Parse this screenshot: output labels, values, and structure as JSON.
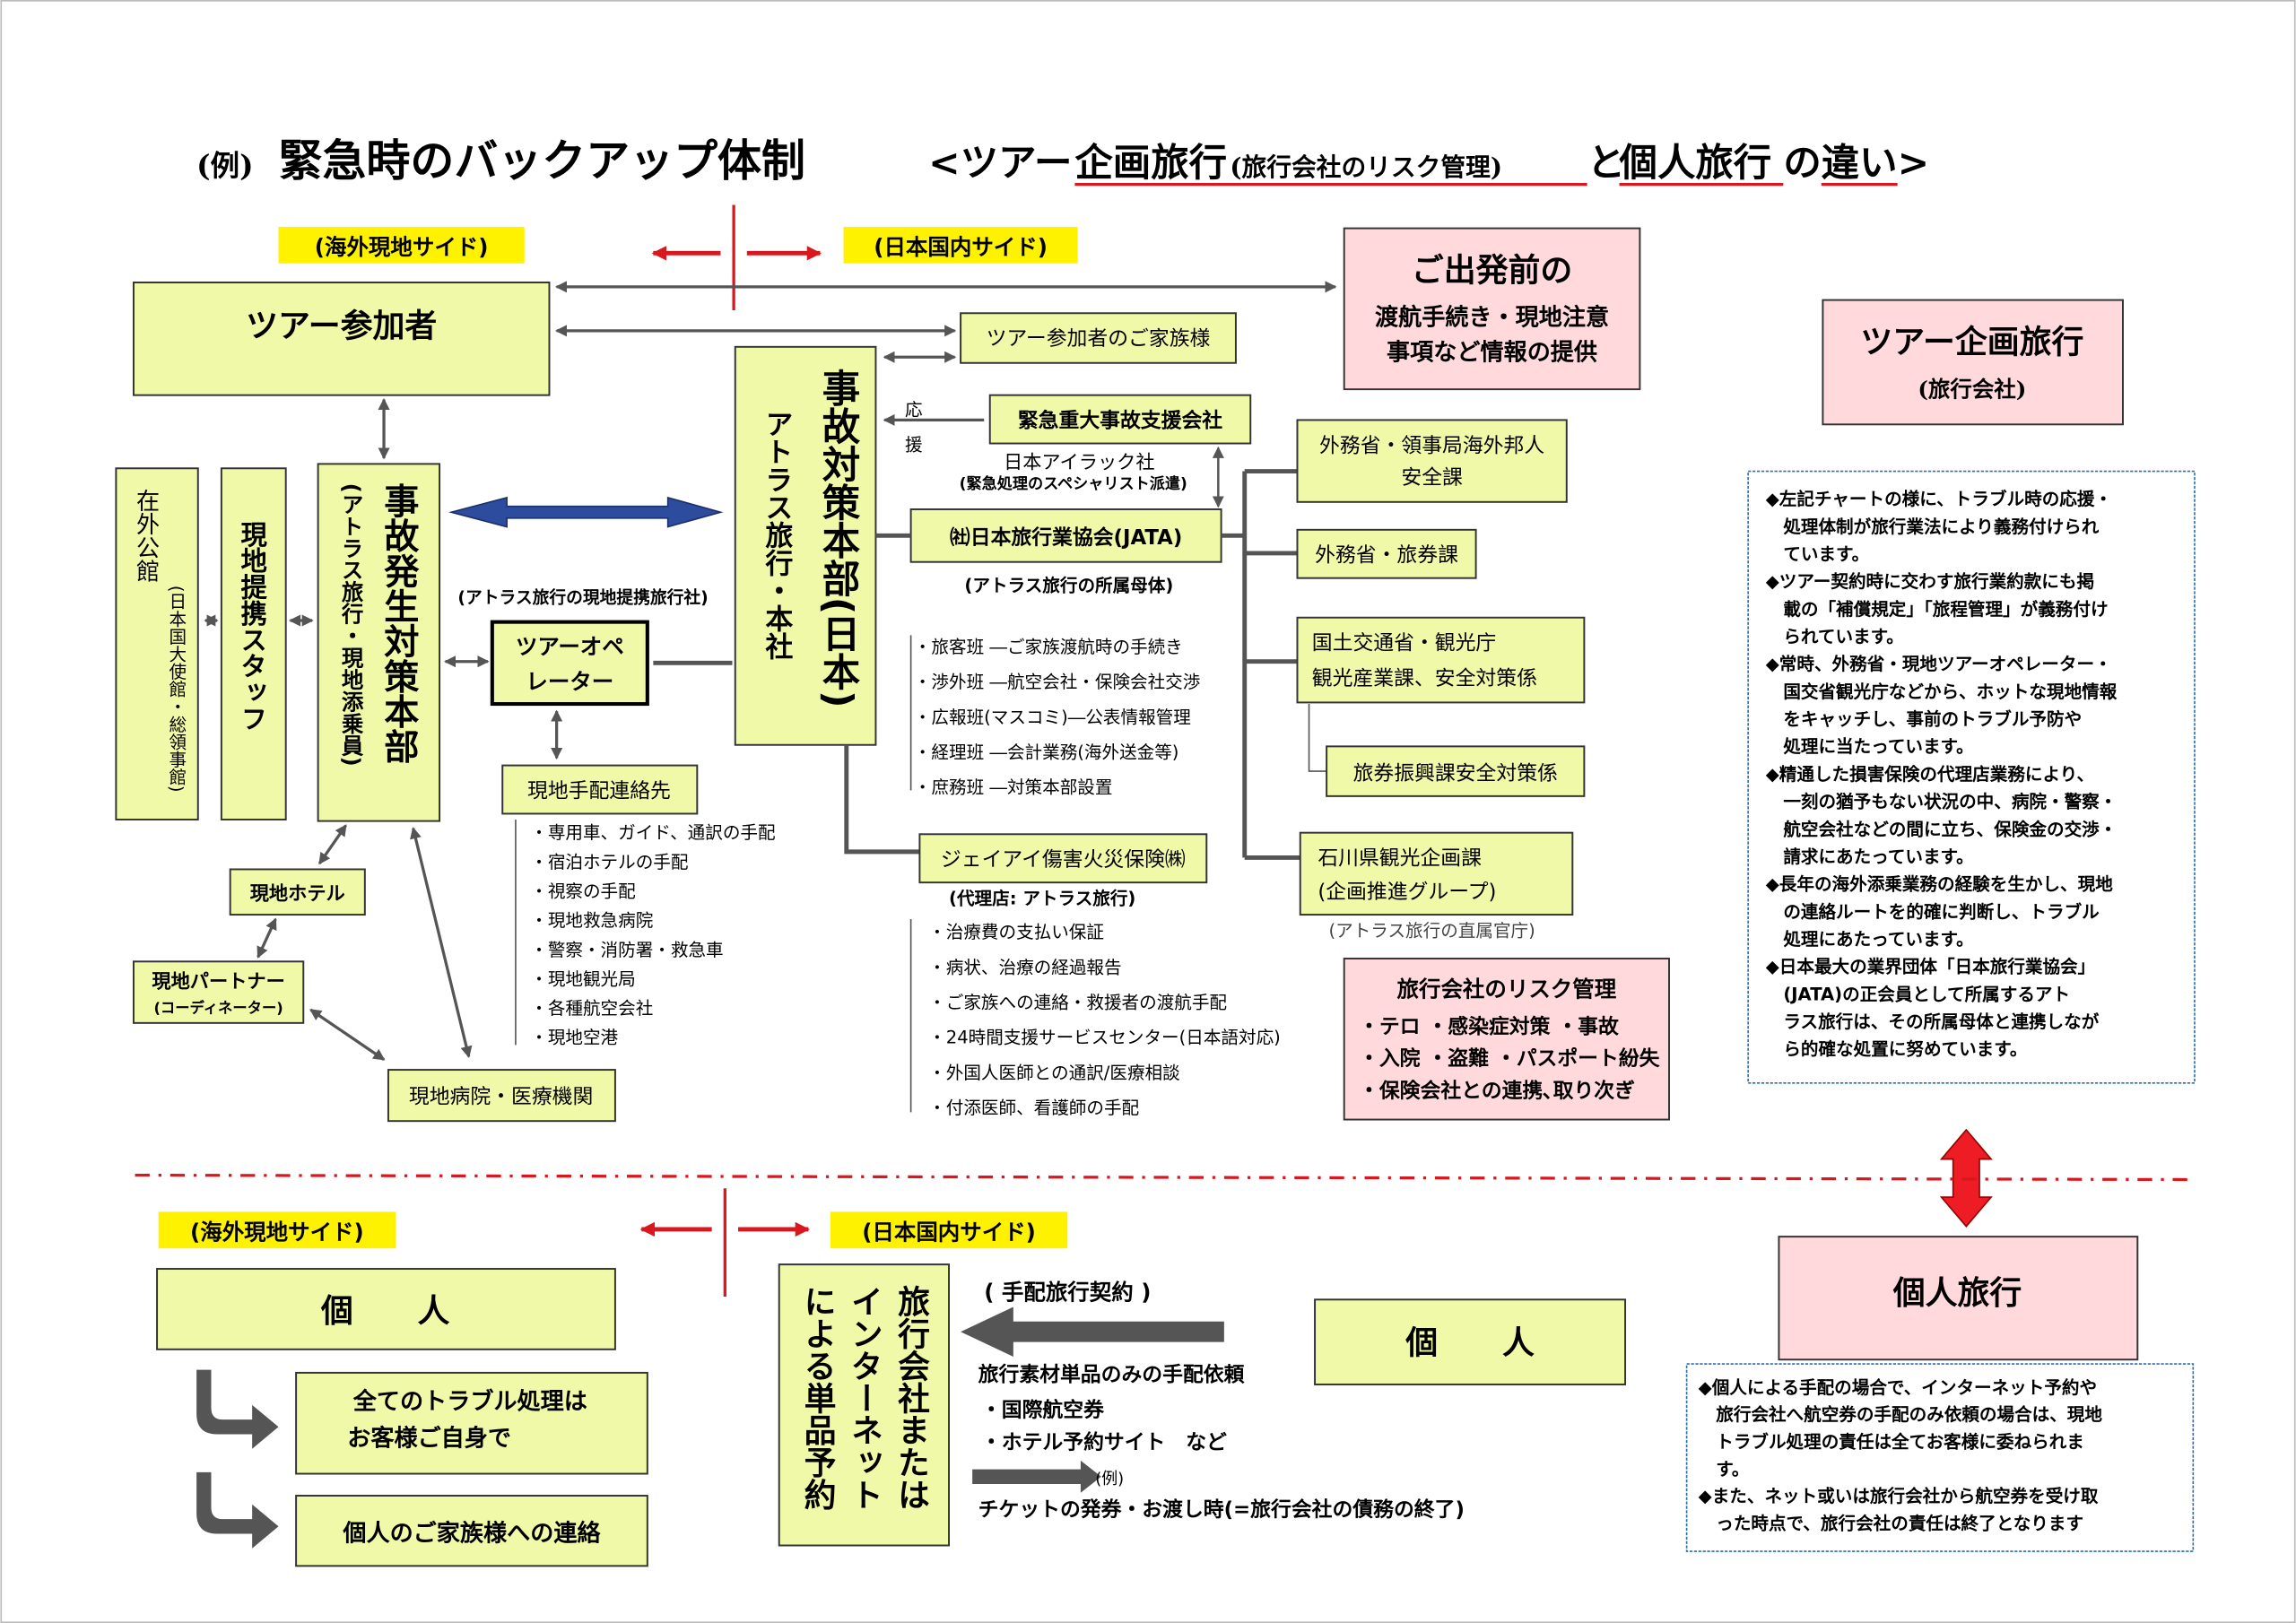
{
  "title": {
    "prefix": "(例)",
    "main": "緊急時のバックアップ体制",
    "sub_open": "<ツアー",
    "sub_kikaku": "企画旅行",
    "sub_paren": "(旅行会社のリスク管理)",
    "sub_to": "と",
    "sub_kojin": "個人旅行",
    "sub_no": "の",
    "sub_chigai": "違い",
    "sub_close": ">"
  },
  "side_labels": {
    "overseas": "(海外現地サイド)",
    "domestic": "(日本国内サイド)"
  },
  "upper": {
    "participants": "ツアー参加者",
    "family": "ツアー参加者のご家族様",
    "pre_departure": {
      "line1": "ご出発前の",
      "line2": "渡航手続き・現地注意",
      "line3": "事項など情報の提供"
    },
    "hq": {
      "col1": "事故対策本部(日本)",
      "col2": "アトラス旅行・本社"
    },
    "local_hq": {
      "col1": "事故発生対策本部",
      "col2": "(アトラス旅行・現地添乗員)"
    },
    "consulate": {
      "col1": "在外公館",
      "col2": "(日本国大使館・総領事館)"
    },
    "local_staff": "現地提携スタッフ",
    "partner_caption": "(アトラス旅行の現地提携旅行社)",
    "tour_operator": {
      "line1": "ツアーオペ",
      "line2": "レーター"
    },
    "local_contact": "現地手配連絡先",
    "local_contact_items": [
      "・専用車、ガイド、通訳の手配",
      "・宿泊ホテルの手配",
      "・視察の手配",
      "・現地救急病院",
      "・警察・消防署・救急車",
      "・現地観光局",
      "・各種航空会社",
      "・現地空港"
    ],
    "local_hotel": "現地ホテル",
    "local_partner": {
      "line1": "現地パートナー",
      "line2": "(コーディネーター)"
    },
    "local_hospital": "現地病院・医療機関",
    "support_company": "緊急重大事故支援会社",
    "support_label": {
      "c1": "応",
      "c2": "援"
    },
    "support_caption1": "日本アイラック社",
    "support_caption2": "(緊急処理のスペシャリスト派遣)",
    "jata": "㈳日本旅行業協会(JATA)",
    "jata_caption": "(アトラス旅行の所属母体)",
    "teams": [
      "・旅客班 ―ご家族渡航時の手続き",
      "・渉外班 ―航空会社・保険会社交渉",
      "・広報班(マスコミ)―公表情報管理",
      "・経理班 ―会計業務(海外送金等)",
      "・庶務班 ―対策本部設置"
    ],
    "insurance": "ジェイアイ傷害火災保険㈱",
    "insurance_agent": "(代理店: アトラス旅行)",
    "insurance_items": [
      "・治療費の支払い保証",
      "・病状、治療の経過報告",
      "・ご家族への連絡・救援者の渡航手配",
      "・24時間支援サービスセンター(日本語対応)",
      "・外国人医師との通訳/医療相談",
      "・付添医師、看護師の手配"
    ],
    "mofa_consular": {
      "line1": "外務省・領事局海外邦人",
      "line2": "安全課"
    },
    "mofa_passport": "外務省・旅券課",
    "mlit": {
      "line1": "国土交通省・観光庁",
      "line2": "観光産業課、安全対策係"
    },
    "passport_safety": "旅券振興課安全対策係",
    "ishikawa": {
      "line1": "石川県観光企画課",
      "line2": "(企画推進グループ)"
    },
    "ishikawa_caption": "(アトラス旅行の直属官庁)",
    "risk": {
      "title": "旅行会社のリスク管理",
      "line1": "・テロ ・感染症対策 ・事故",
      "line2": "・入院 ・盗難 ・パスポート紛失",
      "line3": "・保険会社との連携､取り次ぎ"
    }
  },
  "right_panel": {
    "tour_title": "ツアー企画旅行",
    "tour_subtitle": "(旅行会社)",
    "tour_notes": [
      "◆左記チャートの様に、トラブル時の応援・",
      "　処理体制が旅行業法により義務付けられ",
      "　ています。",
      "◆ツアー契約時に交わす旅行業約款にも掲",
      "　載の「補償規定」「旅程管理」が義務付け",
      "　られています。",
      "◆常時、外務省・現地ツアーオペレーター・",
      "　国交省観光庁などから、ホットな現地情報",
      "　をキャッチし、事前のトラブル予防や",
      "　処理に当たっています。",
      "◆精通した損害保険の代理店業務により、",
      "　一刻の猶予もない状況の中、病院・警察・",
      "　航空会社などの間に立ち、保険金の交渉・",
      "　請求にあたっています。",
      "◆長年の海外添乗業務の経験を生かし、現地",
      "　の連絡ルートを的確に判断し、トラブル",
      "　処理にあたっています。",
      "◆日本最大の業界団体「日本旅行業協会」",
      "　(JATA)の正会員として所属するアト",
      "　ラス旅行は、その所属母体と連携しなが",
      "　ら的確な処置に努めています。"
    ],
    "individual_title": "個人旅行",
    "individual_notes": [
      "◆個人による手配の場合で、インターネット予約や",
      "　旅行会社へ航空券の手配のみ依頼の場合は、現地",
      "　トラブル処理の責任は全てお客様に委ねられま",
      "　す。",
      "◆また、ネット或いは旅行会社から航空券を受け取",
      "　った時点で、旅行会社の責任は終了となります"
    ]
  },
  "lower": {
    "individual_left": "個　　人",
    "all_trouble": {
      "line1": "全てのトラブル処理は",
      "line2": "お客様ご自身で"
    },
    "family_contact": "個人のご家族様への連絡",
    "agency_net": {
      "col1": "旅行会社または",
      "col2": "インターネット",
      "col3": "による単品予約"
    },
    "contract": "( 手配旅行契約 )",
    "materials": "旅行素材単品のみの手配依頼",
    "material_items": [
      "・国際航空券",
      "・ホテル予約サイト　など"
    ],
    "example": "(例)",
    "ticketing": "チケットの発券・お渡し時(=旅行会社の債務の終了)",
    "individual_right": "個　　人"
  },
  "colors": {
    "box_green": "#f0f9a8",
    "box_pink": "#ffd9dc",
    "label_yellow": "#fff200",
    "red": "#d8171e",
    "blue": "#2e4c9e",
    "gray_arrow": "#555555"
  }
}
